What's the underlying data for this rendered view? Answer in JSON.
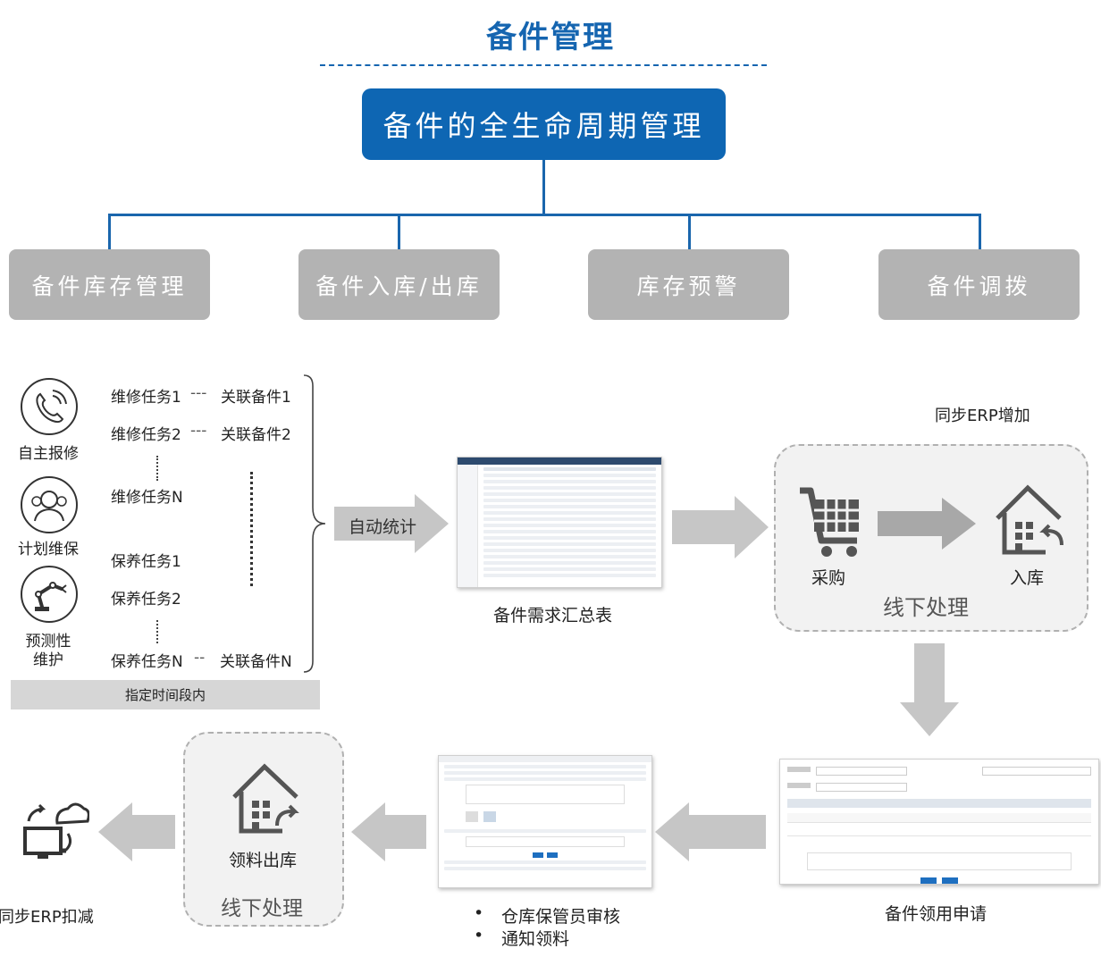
{
  "title": "备件管理",
  "root": "备件的全生命周期管理",
  "categories": [
    "备件库存管理",
    "备件入库/出库",
    "库存预警",
    "备件调拨"
  ],
  "sources": {
    "self_report": "自主报修",
    "planned": "计划维保",
    "predictive_line1": "预测性",
    "predictive_line2": "维护"
  },
  "tasks": {
    "repair1": "维修任务1",
    "repair2": "维修任务2",
    "repairN": "维修任务N",
    "maint1": "保养任务1",
    "maint2": "保养任务2",
    "maintN": "保养任务N",
    "link1": "关联备件1",
    "link2": "关联备件2",
    "linkN": "关联备件N",
    "dash_long": "---",
    "dash_short": "--"
  },
  "time_bar": "指定时间段内",
  "auto_stat": "自动统计",
  "summary_caption": "备件需求汇总表",
  "erp_add": "同步ERP增加",
  "purchase": "采购",
  "stock_in": "入库",
  "offline": "线下处理",
  "apply_caption": "备件领用申请",
  "audit_items": [
    "仓库保管员审核",
    "通知领料"
  ],
  "bullet": "•",
  "pick_out": "领料出库",
  "erp_sub": "同步ERP扣减",
  "colors": {
    "brand_blue": "#0e66b3",
    "gray_box": "#b3b3b3",
    "arrow_gray": "#c6c6c6"
  },
  "icons": [
    "phone-icon",
    "worker-icon",
    "robot-arm-icon",
    "cart-icon",
    "warehouse-in-icon",
    "warehouse-out-icon",
    "cloud-sync-icon"
  ]
}
